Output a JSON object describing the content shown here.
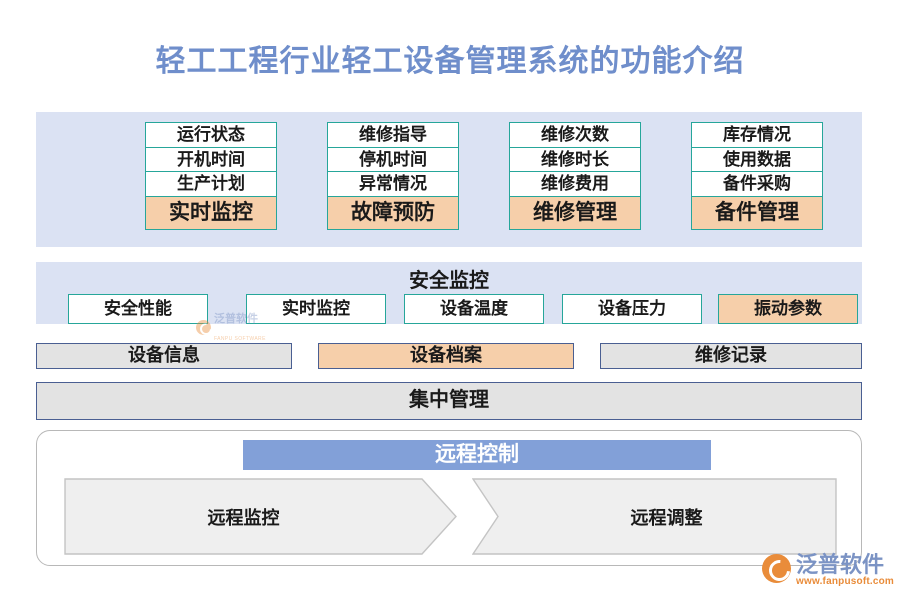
{
  "title": "轻工工程行业轻工设备管理系统的功能介绍",
  "colors": {
    "title_text": "#6f8ecb",
    "panel_blue": "#dbe2f3",
    "cell_border_teal": "#26a69a",
    "highlight_orange": "#f6cfaa",
    "gray_fill": "#e3e3e3",
    "gray_border": "#4a5f92",
    "remote_header_blue": "#82a0d8",
    "logo_blue": "#7b93c4",
    "logo_orange": "#e98c3a"
  },
  "top_panel": {
    "groups": [
      {
        "items": [
          "运行状态",
          "开机时间",
          "生产计划"
        ],
        "head": "实时监控"
      },
      {
        "items": [
          "维修指导",
          "停机时间",
          "异常情况"
        ],
        "head": "故障预防"
      },
      {
        "items": [
          "维修次数",
          "维修时长",
          "维修费用"
        ],
        "head": "维修管理"
      },
      {
        "items": [
          "库存情况",
          "使用数据",
          "备件采购"
        ],
        "head": "备件管理"
      }
    ]
  },
  "safety_panel": {
    "title": "安全监控",
    "boxes": [
      {
        "label": "安全性能",
        "highlighted": false
      },
      {
        "label": "实时监控",
        "highlighted": false
      },
      {
        "label": "设备温度",
        "highlighted": false
      },
      {
        "label": "设备压力",
        "highlighted": false
      },
      {
        "label": "振动参数",
        "highlighted": true
      }
    ]
  },
  "record_row": {
    "boxes": [
      {
        "label": "设备信息",
        "highlighted": false
      },
      {
        "label": "设备档案",
        "highlighted": true
      },
      {
        "label": "维修记录",
        "highlighted": false
      }
    ]
  },
  "central_row": {
    "label": "集中管理"
  },
  "remote_panel": {
    "header": "远程控制",
    "items": [
      {
        "label": "远程监控"
      },
      {
        "label": "远程调整"
      }
    ]
  },
  "watermark": {
    "brand": "泛普软件",
    "sub": "FANPU SOFTWARE"
  },
  "logo": {
    "brand": "泛普软件",
    "url": "www.fanpusoft.com"
  }
}
